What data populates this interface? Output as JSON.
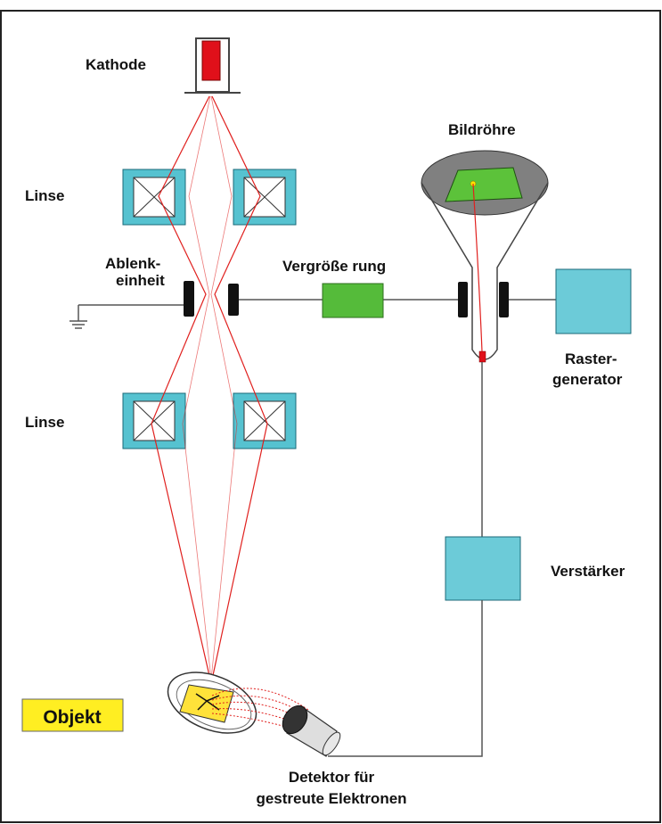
{
  "labels": {
    "cathode": "Kathode",
    "lens_upper": "Linse",
    "lens_lower": "Linse",
    "deflection_line1": "Ablenk-",
    "deflection_line2": "einheit",
    "magnification": "Vergröße rung",
    "crt": "Bildröhre",
    "raster_line1": "Raster-",
    "raster_line2": "generator",
    "amplifier": "Verstärker",
    "object": "Objekt",
    "detector_line1": "Detektor für",
    "detector_line2": "gestreute Elektronen"
  },
  "colors": {
    "lens_frame": "#56c2d0",
    "lens_core": "#ffffff",
    "beam": "#e0201e",
    "cathode": "#e0101a",
    "amplifier_box": "#6ccbd8",
    "raster_box": "#6ccbd8",
    "magnification_box": "#55bb3a",
    "screen_face": "#808080",
    "screen_image": "#5cc23a",
    "object_label_bg": "#ffee22",
    "object_plate": "#ffe23a",
    "detector_body": "#dedede",
    "wire": "#555555",
    "plate": "#111111"
  }
}
